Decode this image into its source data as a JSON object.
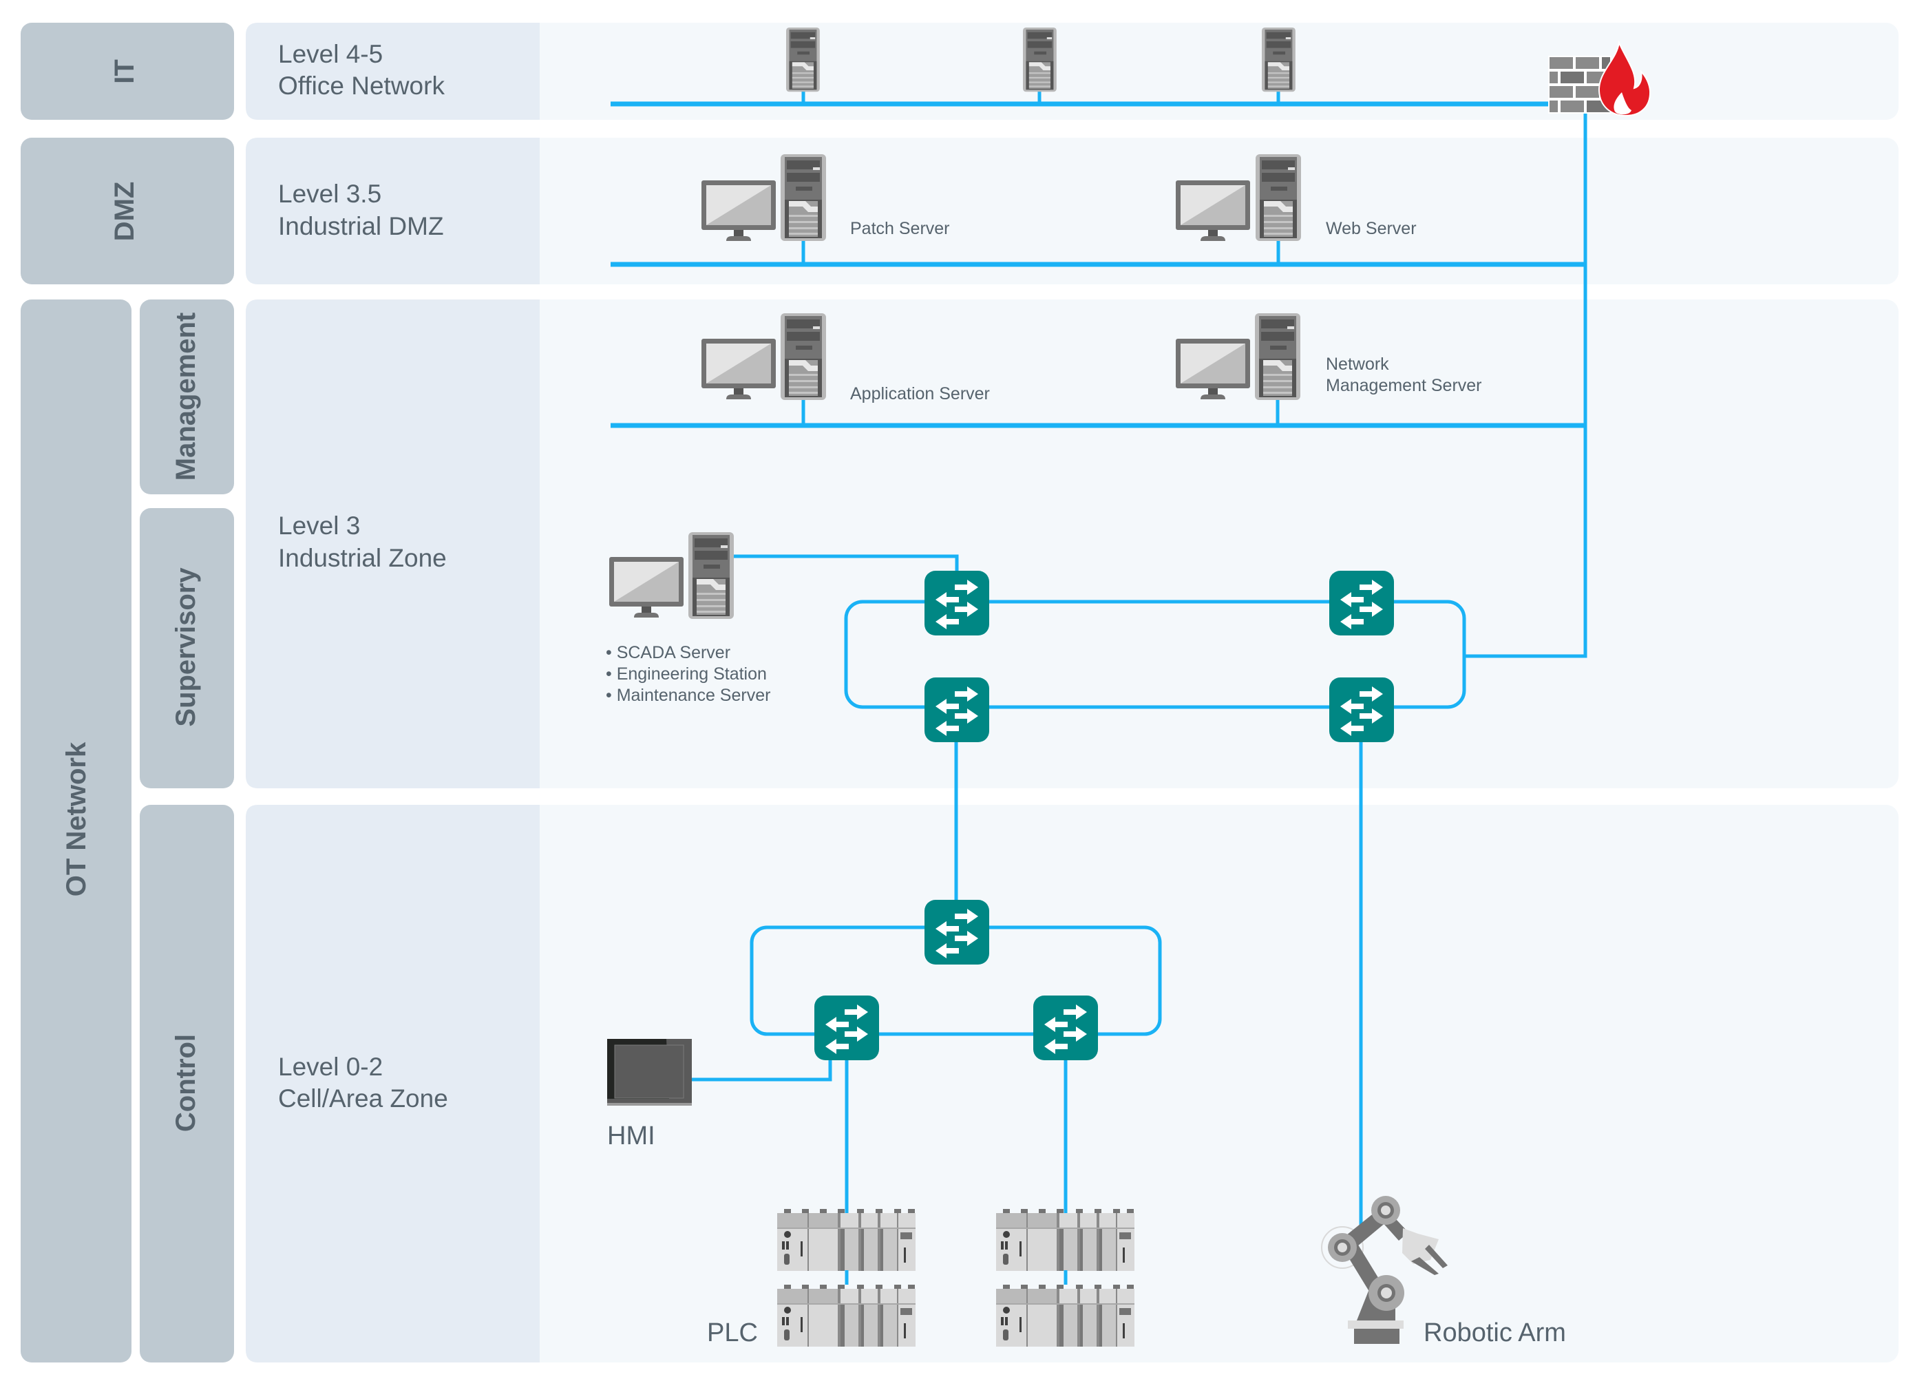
{
  "colors": {
    "zone_tab": "#bec9d1",
    "level_panel_left": "#e5ecf4",
    "level_panel_right": "#f4f8fb",
    "text": "#56636d",
    "wire": "#1ab2f5",
    "switch": "#008784",
    "flame": "#e31b23"
  },
  "zones": {
    "it": "IT",
    "dmz": "DMZ",
    "ot": "OT Network",
    "management": "Management",
    "supervisory": "Supervisory",
    "control": "Control"
  },
  "levels": [
    {
      "line1": "Level 4-5",
      "line2": "Office Network"
    },
    {
      "line1": "Level 3.5",
      "line2": "Industrial DMZ"
    },
    {
      "line1": "Level 3",
      "line2": "Industrial Zone"
    },
    {
      "line1": "Level 0-2",
      "line2": "Cell/Area Zone"
    }
  ],
  "devices": {
    "patch_server": "Patch Server",
    "web_server": "Web Server",
    "application_server": "Application Server",
    "nms_line1": "Network",
    "nms_line2": "Management Server",
    "scada_list": [
      "• SCADA Server",
      "• Engineering Station",
      "• Maintenance Server"
    ],
    "hmi": "HMI",
    "plc": "PLC",
    "robotic_arm": "Robotic Arm"
  },
  "icons": {
    "office_server": "server-tower-icon",
    "workstation": "workstation-icon",
    "firewall": "firewall-icon",
    "switch": "network-switch-icon",
    "hmi": "hmi-panel-icon",
    "plc": "plc-rack-icon",
    "robot": "robotic-arm-icon"
  }
}
